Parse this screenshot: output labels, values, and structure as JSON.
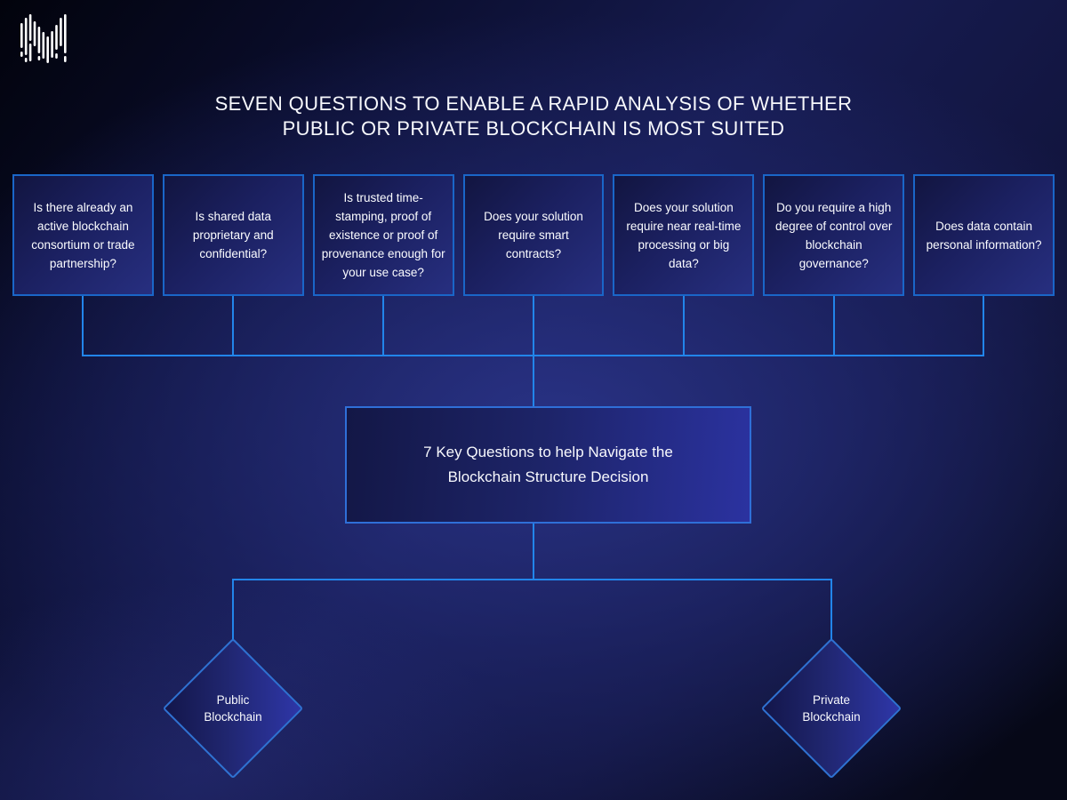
{
  "title": {
    "line1": "SEVEN QUESTIONS TO ENABLE A RAPID ANALYSIS OF WHETHER",
    "line2": "PUBLIC OR PRIVATE BLOCKCHAIN IS MOST SUITED"
  },
  "logo": {
    "icon": "m-soundwave-logo"
  },
  "questions": [
    {
      "label": "Is there already an active blockchain consortium or trade partnership?"
    },
    {
      "label": "Is shared data proprietary and confidential?"
    },
    {
      "label": "Is trusted time-stamping, proof of existence or proof of provenance enough for your use case?"
    },
    {
      "label": "Does your solution require smart contracts?"
    },
    {
      "label": "Does your solution require near real-time processing or big data?"
    },
    {
      "label": "Do you require a high degree of control over blockchain governance?"
    },
    {
      "label": "Does data contain personal information?"
    }
  ],
  "hub": {
    "line1": "7 Key Questions to help Navigate the",
    "line2": "Blockchain Structure Decision"
  },
  "outcomes": [
    {
      "label": "Public Blockchain"
    },
    {
      "label": "Private Blockchain"
    }
  ],
  "colors": {
    "connector": "#2285ea",
    "card_border": "#1a66c8",
    "hub_border": "#2f6fd8",
    "diamond_border": "#2f72d2",
    "text": "#ffffff",
    "background_center": "#232b72",
    "background_edge": "#04050f"
  }
}
